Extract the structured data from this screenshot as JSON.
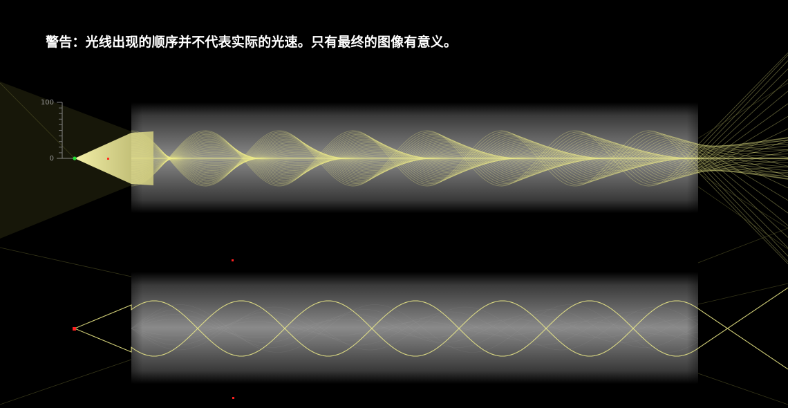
{
  "warning_text": "警告：光线出现的顺序并不代表实际的光速。只有最终的图像有意义。",
  "scale": {
    "tick_top_label": "100",
    "tick_zero_label": "0"
  },
  "colors": {
    "background": "#000000",
    "ray": "#f2f08a",
    "fiber_core": "#7a7a7a",
    "source_dot": "#22dd33",
    "marker_dot": "#ff2020"
  }
}
